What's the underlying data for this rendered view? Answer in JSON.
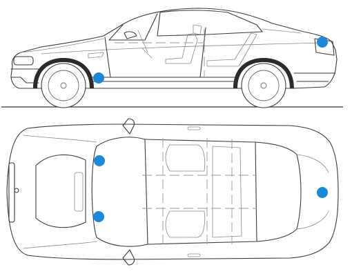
{
  "markers": {
    "color": "#1e88d8",
    "side_view": [
      {
        "id": "side-front-sill"
      },
      {
        "id": "side-rear-panel"
      }
    ],
    "top_view": [
      {
        "id": "top-front-left"
      },
      {
        "id": "top-front-right"
      },
      {
        "id": "top-rear"
      }
    ]
  }
}
